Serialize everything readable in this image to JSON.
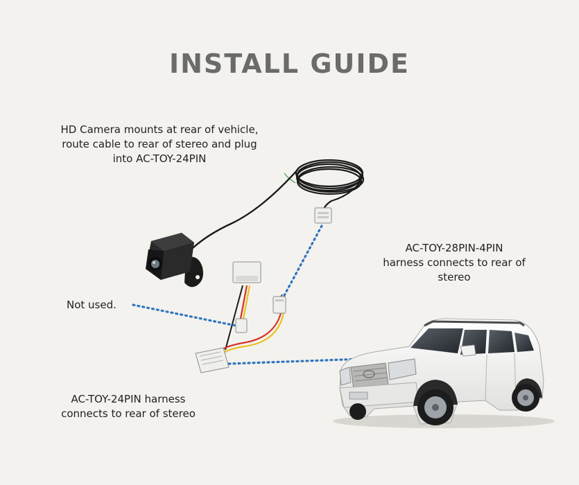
{
  "title": "INSTALL GUIDE",
  "labels": {
    "camera": {
      "lines": [
        "HD Camera mounts at rear of vehicle,",
        "route cable to rear of stereo and plug",
        "into AC-TOY-24PIN"
      ]
    },
    "harness_28pin": {
      "lines": [
        "AC-TOY-28PIN-4PIN",
        "harness connects to rear of",
        "stereo"
      ]
    },
    "not_used": "Not used.",
    "harness_24pin": {
      "lines": [
        "AC-TOY-24PIN harness",
        "connects to rear of stereo"
      ]
    }
  },
  "colors": {
    "background": "#f3f2ee",
    "title": "#6b6b69",
    "callout_dots": "#2f74bf",
    "cable": "#1a1a1a",
    "wire_red": "#d8332a",
    "wire_yellow": "#e8c21c",
    "connector": "#eeeeec",
    "vehicle_body": "#f7f7f5"
  }
}
